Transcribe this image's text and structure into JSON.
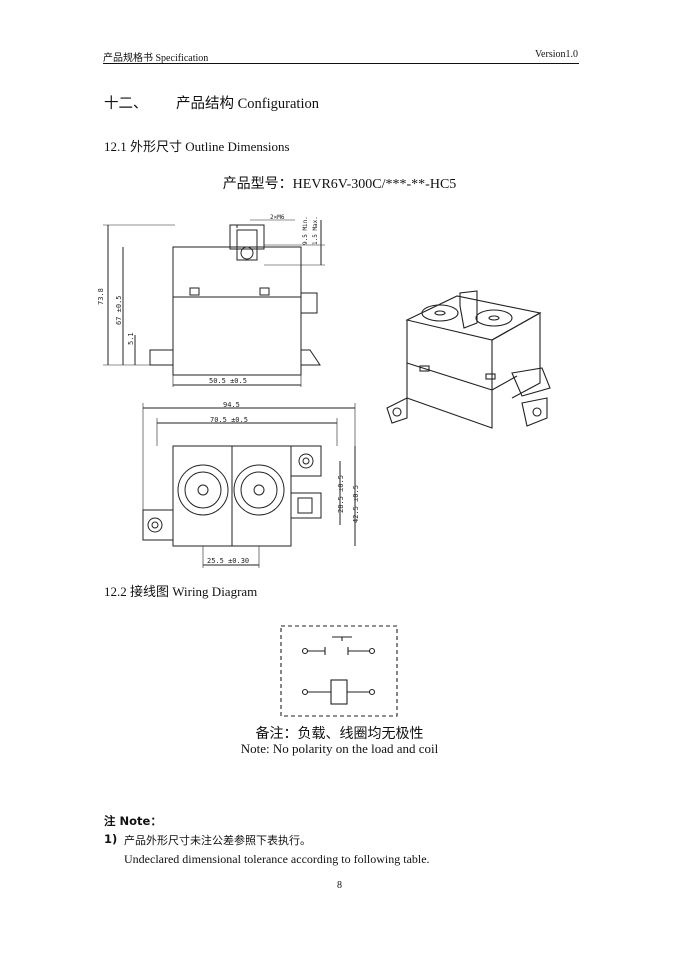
{
  "header": {
    "left": "产品规格书 Specification",
    "right": "Version1.0"
  },
  "section": {
    "number": "十二、",
    "title": "产品结构 Configuration"
  },
  "outline": {
    "heading": "12.1  外形尺寸 Outline Dimensions",
    "model_label": "产品型号：HEVR6V-300C/***-**-HC5"
  },
  "side_view": {
    "dim_total_height": "73.8",
    "dim_body_height": "67 ±0.5",
    "dim_base": "5.1",
    "dim_width": "50.5 ±0.5",
    "dim_terminal_gap": "2×M6",
    "dim_top1": "9.5 Min.",
    "dim_top2": "1.5 Max."
  },
  "top_view": {
    "dim_overall": "94.5",
    "dim_mount": "70.5 ±0.5",
    "dim_pitch": "25.5 ±0.30",
    "dim_inner": "28.5 ±0.5",
    "dim_outer": "42.5 ±0.5"
  },
  "wiring": {
    "heading": "12.2  接线图 Wiring Diagram",
    "caption_cn": "备注：负载、线圈均无极性",
    "caption_en": "Note: No polarity on the load and coil"
  },
  "notes": {
    "title": "注 Note：",
    "item1_num": "1)",
    "item1_cn": "产品外形尺寸未注公差参照下表执行。",
    "item1_en": "Undeclared dimensional tolerance according to following table."
  },
  "page_number": "8"
}
